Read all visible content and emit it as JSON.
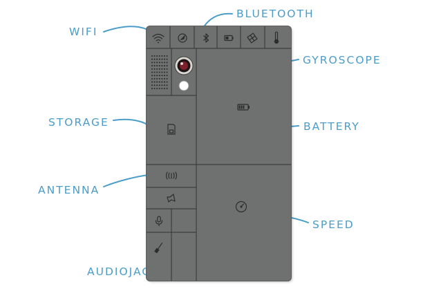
{
  "diagram": {
    "colors": {
      "label": "#4a9cc9",
      "phone_body": "#6f7170",
      "module_line": "#3c3e3d",
      "icon": "#2b2d2c",
      "camera_lens": "#7b1f2a",
      "flash": "#ffffff"
    },
    "labels": {
      "wifi": "WIFI",
      "bluetooth": "BLUETOOTH",
      "gyroscope": "GYROSCOPE",
      "storage": "STORAGE",
      "battery": "BATTERY",
      "antenna": "ANTENNA",
      "speed": "SPEED",
      "audiojack": "AUDIOJACK"
    },
    "modules": [
      {
        "name": "wifi",
        "icon": "wifi-icon"
      },
      {
        "name": "compass",
        "icon": "compass-icon"
      },
      {
        "name": "bluetooth",
        "icon": "bluetooth-icon"
      },
      {
        "name": "small-battery",
        "icon": "battery-small-icon"
      },
      {
        "name": "gyroscope",
        "icon": "gyroscope-icon"
      },
      {
        "name": "thermometer",
        "icon": "thermometer-icon"
      },
      {
        "name": "speaker",
        "icon": "speaker-grille-icon"
      },
      {
        "name": "camera",
        "icon": "camera-lens-icon"
      },
      {
        "name": "storage",
        "icon": "storage-card-icon"
      },
      {
        "name": "battery",
        "icon": "battery-icon"
      },
      {
        "name": "antenna",
        "icon": "antenna-icon"
      },
      {
        "name": "audio",
        "icon": "audio-module-icon"
      },
      {
        "name": "microphone",
        "icon": "microphone-icon"
      },
      {
        "name": "audiojack",
        "icon": "audiojack-icon"
      },
      {
        "name": "speed",
        "icon": "speedometer-icon"
      }
    ]
  }
}
